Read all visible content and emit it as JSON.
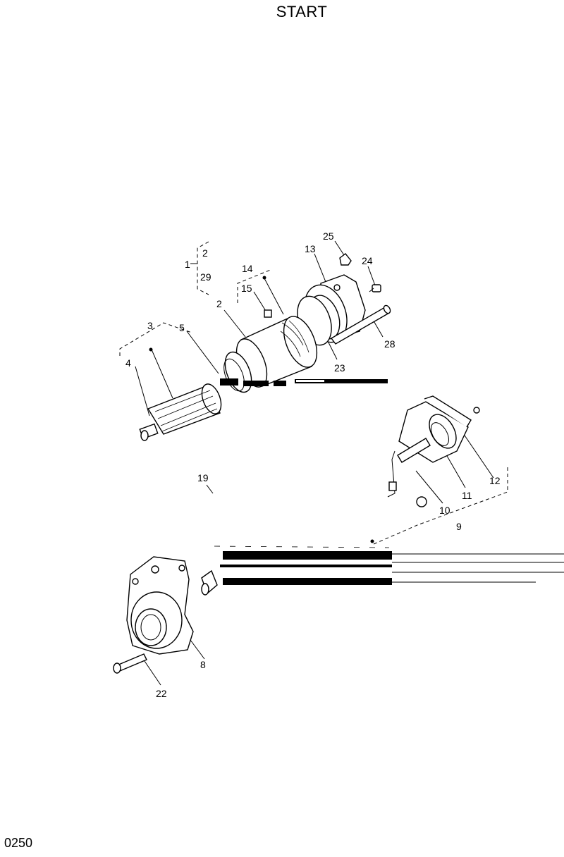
{
  "title": "START",
  "page_number": "0250",
  "callouts": [
    "1",
    "2",
    "29",
    "3",
    "4",
    "5",
    "2",
    "14",
    "15",
    "13",
    "25",
    "24",
    "28",
    "23",
    "19",
    "12",
    "11",
    "10",
    "9",
    "8",
    "22"
  ]
}
